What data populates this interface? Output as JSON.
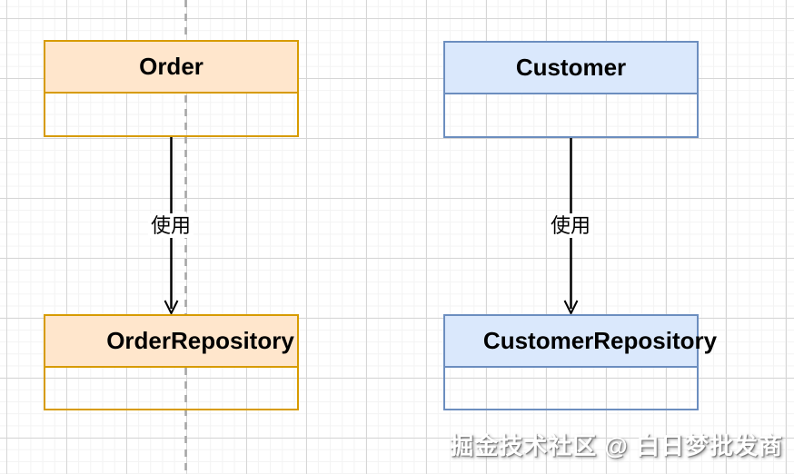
{
  "diagram": {
    "type": "class-diagram",
    "grid": {
      "minor_line_color": "#f3f3f3",
      "major_line_color": "#d6d6d6"
    },
    "guide": {
      "style": "dashed-vertical-line",
      "color": "#a6a6a6"
    },
    "nodes": {
      "order": {
        "title": "Order",
        "fill": "#FFE6CC",
        "border": "#D79B00"
      },
      "customer": {
        "title": "Customer",
        "fill": "#DAE8FC",
        "border": "#6C8EBF"
      },
      "order_repository": {
        "title": "OrderRepository",
        "fill": "#FFE6CC",
        "border": "#D79B00"
      },
      "customer_repository": {
        "title": "CustomerRepository",
        "fill": "#DAE8FC",
        "border": "#6C8EBF"
      }
    },
    "edges": {
      "order_uses_repository": {
        "from": "Order",
        "to": "OrderRepository",
        "label": "使用",
        "color": "#000000"
      },
      "customer_uses_repository": {
        "from": "Customer",
        "to": "CustomerRepository",
        "label": "使用",
        "color": "#000000"
      }
    }
  },
  "watermark": {
    "text": "掘金技术社区 @ 白日梦批发商"
  }
}
